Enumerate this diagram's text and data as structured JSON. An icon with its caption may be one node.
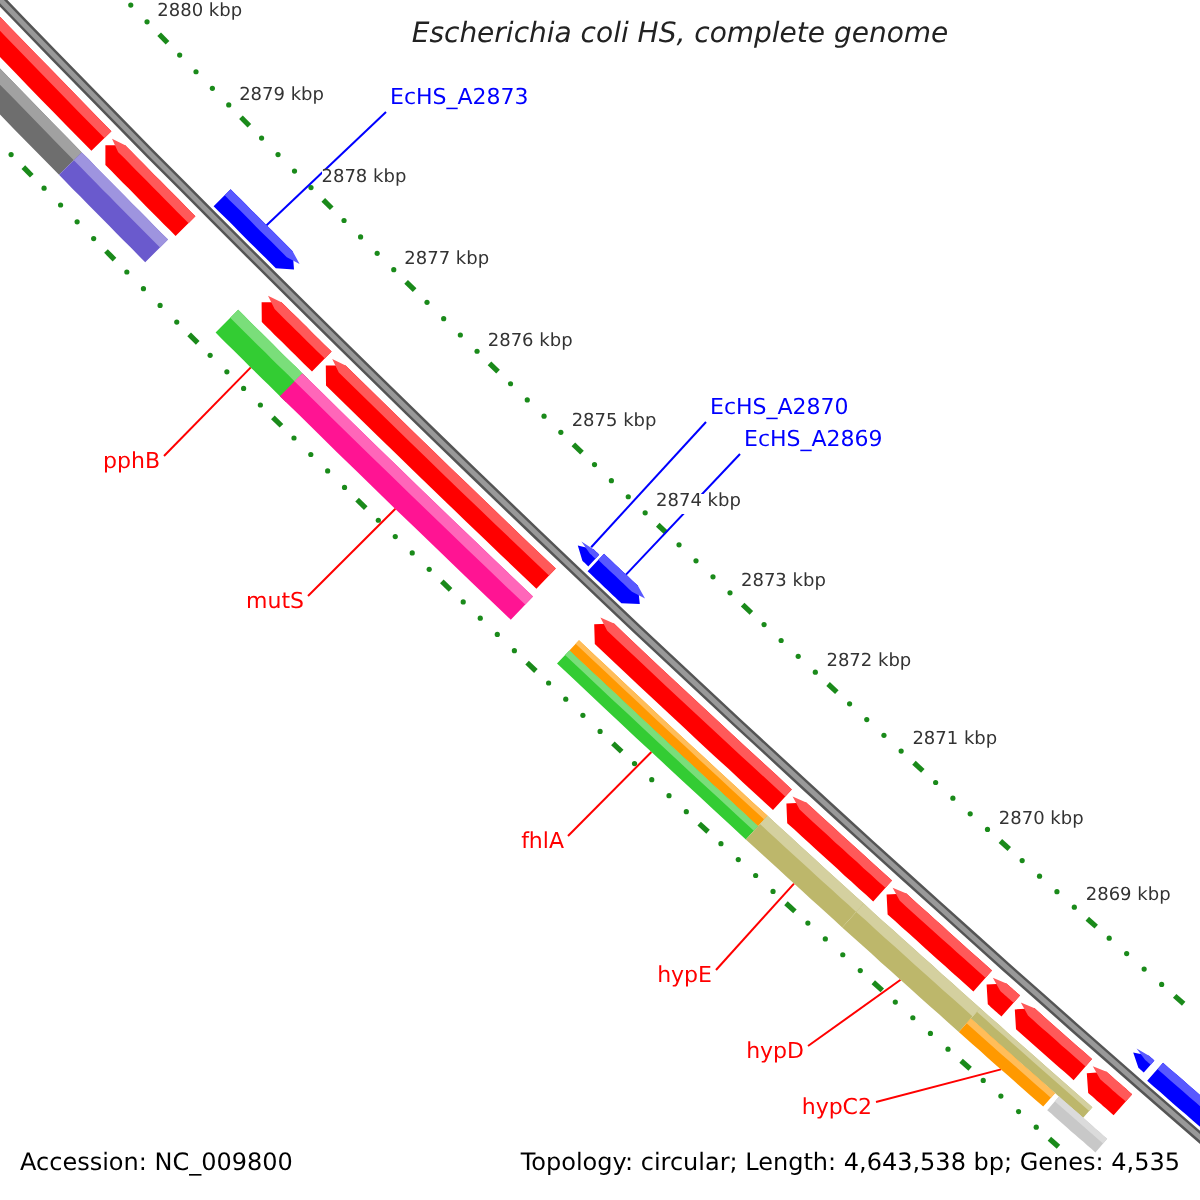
{
  "diagram": {
    "title": "Escherichia coli HS, complete genome",
    "nodes": [
      {
        "text": [
          "EcHS_A2873"
        ]
      },
      {
        "text": [],
        "shape": "arrow"
      },
      {
        "text": [
          "EcHS_A2870"
        ]
      },
      {
        "text": [
          "EcHS_A2869"
        ]
      },
      {
        "text": [],
        "shape": "arrow"
      },
      {
        "text": [],
        "shape": "arrow"
      },
      {
        "text": [
          "pphB"
        ]
      },
      {
        "text": [],
        "shape": "bar"
      },
      {
        "text": [
          "mutS"
        ]
      },
      {
        "text": [],
        "shape": "bar"
      },
      {
        "text": [
          "fhlA"
        ]
      },
      {
        "text": [],
        "shape": "bar"
      },
      {
        "text": [
          "hypE"
        ]
      },
      {
        "text": [],
        "shape": "bar"
      },
      {
        "text": [
          "hypD"
        ]
      },
      {
        "text": [],
        "shape": "bar"
      },
      {
        "text": [
          "hypC2"
        ]
      },
      {
        "text": [],
        "shape": "bar"
      },
      {
        "text": [],
        "shape": "arrow"
      }
    ],
    "edges": [
      {
        "from": 0,
        "to": 1,
        "arrow": "none",
        "color": "#0000ff"
      },
      {
        "from": 2,
        "to": 4,
        "arrow": "none",
        "color": "#0000ff"
      },
      {
        "from": 3,
        "to": 5,
        "arrow": "none",
        "color": "#0000ff"
      },
      {
        "from": 6,
        "to": 7,
        "arrow": "none"
      },
      {
        "from": 8,
        "to": 9,
        "arrow": "none"
      },
      {
        "from": 10,
        "to": 11,
        "arrow": "none"
      },
      {
        "from": 12,
        "to": 13,
        "arrow": "none"
      },
      {
        "from": 14,
        "to": 15,
        "arrow": "none"
      },
      {
        "from": 16,
        "to": 17,
        "arrow": "none"
      }
    ],
    "labels": [
      "2880 kbp",
      "2879 kbp",
      "2878 kbp",
      "2877 kbp",
      "2876 kbp",
      "2875 kbp",
      "2874 kbp",
      "2873 kbp",
      "2872 kbp",
      "2871 kbp",
      "2870 kbp",
      "2869 kbp",
      "Accession: NC_009800",
      "Topology: circular; Length: 4,643,538 bp; Genes: 4,535"
    ]
  }
}
